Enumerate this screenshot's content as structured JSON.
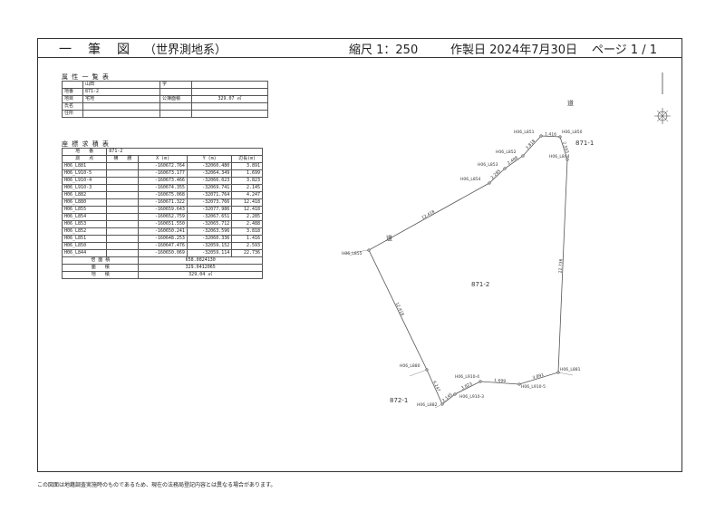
{
  "header": {
    "title": "一　筆　図",
    "system": "（世界測地系）",
    "scale": "縮尺 1：250",
    "date": "作製日 2024年7月30日",
    "page": "ページ 1 / 1"
  },
  "attributes": {
    "title": "属 性 一 覧 表",
    "rows": [
      {
        "label": "",
        "value": "山田",
        "label2": "字",
        "value2": ""
      },
      {
        "label": "地番",
        "value": "871-2",
        "label2": "",
        "value2": ""
      },
      {
        "label": "地目",
        "value": "宅地",
        "label2": "公簿面積",
        "value2": "329.07 ㎡"
      },
      {
        "label": "氏名",
        "value": "",
        "label2": "",
        "value2": ""
      },
      {
        "label": "住所",
        "value": "",
        "label2": "",
        "value2": ""
      }
    ]
  },
  "coords": {
    "title": "座 標 求 積 表",
    "parcel_label": "地　　番",
    "parcel_value": "871-2",
    "headers": [
      "測　　点",
      "横　　腰",
      "X (m)",
      "Y (m)",
      "辺長(m)"
    ],
    "rows": [
      {
        "pt": "H06_L881",
        "x": "-160672.764",
        "y": "-32060.480",
        "len": "3.891"
      },
      {
        "pt": "H06_L910-5",
        "x": "-160673.177",
        "y": "-32064.349",
        "len": "1.699"
      },
      {
        "pt": "H06_L910-4",
        "x": "-160673.466",
        "y": "-32066.023",
        "len": "3.823"
      },
      {
        "pt": "H06_L910-3",
        "x": "-160674.355",
        "y": "-32069.741",
        "len": "2.145"
      },
      {
        "pt": "H06_L882",
        "x": "-160675.068",
        "y": "-32071.764",
        "len": "4.247"
      },
      {
        "pt": "H06_L880",
        "x": "-160671.322",
        "y": "-32073.766",
        "len": "12.418"
      },
      {
        "pt": "H06_L855",
        "x": "-160659.643",
        "y": "-32077.986",
        "len": "12.418"
      },
      {
        "pt": "H06_L854",
        "x": "-160652.759",
        "y": "-32067.651",
        "len": "2.285"
      },
      {
        "pt": "H06_L853",
        "x": "-160651.550",
        "y": "-32065.712",
        "len": "2.488"
      },
      {
        "pt": "H06_L852",
        "x": "-160650.241",
        "y": "-32063.596",
        "len": "3.818"
      },
      {
        "pt": "H06_L851",
        "x": "-160648.253",
        "y": "-32060.336",
        "len": "1.416"
      },
      {
        "pt": "H06_L850",
        "x": "-160647.476",
        "y": "-32059.152",
        "len": "2.593"
      },
      {
        "pt": "H06_L844",
        "x": "-160650.069",
        "y": "-32059.114",
        "len": "22.736"
      }
    ],
    "summary": [
      {
        "label": "倍 面 積",
        "value": "658.0824130"
      },
      {
        "label": "面　　積",
        "value": "329.0412065"
      },
      {
        "label": "地　　積",
        "value": "329.04 ㎡"
      }
    ]
  },
  "map": {
    "road_top": "道",
    "road_left": "道",
    "parcel_center": "871-2",
    "parcel_ne": "871-1",
    "parcel_sw": "872-1",
    "points": [
      {
        "name": "H06_L851"
      },
      {
        "name": "H06_L850"
      },
      {
        "name": "H06_L852"
      },
      {
        "name": "H06_L844"
      },
      {
        "name": "H06_L853"
      },
      {
        "name": "H06_L854"
      },
      {
        "name": "H06_L855"
      },
      {
        "name": "H06_L880"
      },
      {
        "name": "H06_L881"
      },
      {
        "name": "H06_L910-4"
      },
      {
        "name": "H06_L910-5"
      },
      {
        "name": "H06_L910-3"
      },
      {
        "name": "H06_L882"
      }
    ],
    "edges": [
      "1.416",
      "2.593",
      "3.818",
      "2.488",
      "2.285",
      "12.418",
      "12.418",
      "4.247",
      "2.145",
      "3.823",
      "1.699",
      "3.891",
      "22.736"
    ]
  },
  "footer": "この図面は地籍調査実施時のものであるため、現在の法務局登記内容とは異なる場合があります。"
}
